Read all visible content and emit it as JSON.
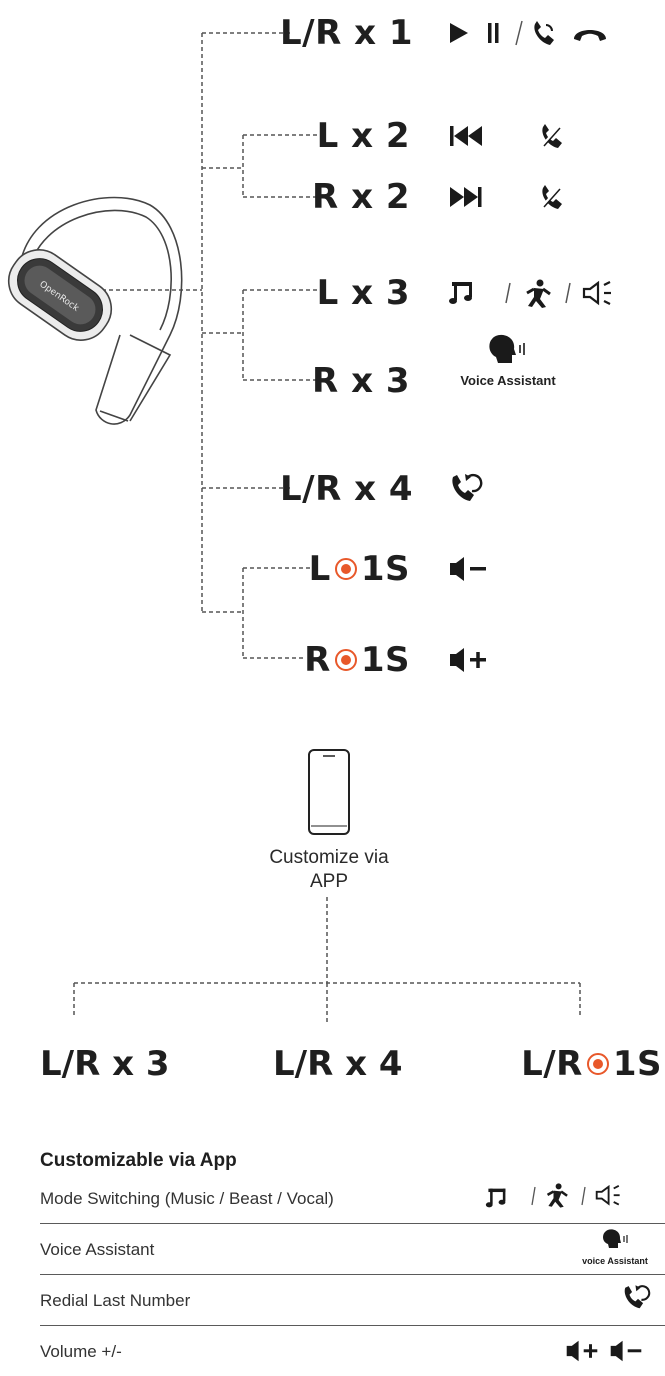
{
  "controls": [
    {
      "gesture": "L/R x 1",
      "icons": [
        "play-pause-icon",
        "answer-call-icon",
        "end-call-icon"
      ]
    },
    {
      "gesture": "L x 2",
      "icons": [
        "previous-track-icon",
        "reject-call-icon"
      ]
    },
    {
      "gesture": "R x 2",
      "icons": [
        "next-track-icon",
        "reject-call-icon"
      ]
    },
    {
      "gesture": "L x 3",
      "icons": [
        "music-mode-icon",
        "beast-mode-icon",
        "vocal-mode-icon"
      ]
    },
    {
      "gesture": "R x 3",
      "icons": [
        "voice-assistant-icon"
      ],
      "icon_label": "Voice Assistant"
    },
    {
      "gesture": "L/R x 4",
      "icons": [
        "redial-icon"
      ]
    },
    {
      "gesture_prefix": "L",
      "gesture_suffix": "1S",
      "icons": [
        "volume-down-icon"
      ]
    },
    {
      "gesture_prefix": "R",
      "gesture_suffix": "1S",
      "icons": [
        "volume-up-icon"
      ]
    }
  ],
  "earbud_brand": "OpenRock",
  "app": {
    "caption_line1": "Customize via",
    "caption_line2": "APP",
    "targets": [
      "L/R x 3",
      "L/R x 4"
    ],
    "target_hold_prefix": "L/R",
    "target_hold_suffix": "1S"
  },
  "table": {
    "title": "Customizable via App",
    "rows": [
      {
        "label": "Mode Switching (Music / Beast / Vocal)",
        "icons": [
          "music-mode-icon",
          "beast-mode-icon",
          "vocal-mode-icon"
        ]
      },
      {
        "label": "Voice Assistant",
        "icons": [
          "voice-assistant-icon"
        ],
        "icon_label": "voice Assistant"
      },
      {
        "label": "Redial Last Number",
        "icons": [
          "redial-icon"
        ]
      },
      {
        "label": "Volume +/-",
        "icons": [
          "volume-up-icon",
          "volume-down-icon"
        ]
      }
    ]
  },
  "colors": {
    "press_dot": "#e8582a",
    "text": "#1f1f1f",
    "line": "#555555"
  }
}
